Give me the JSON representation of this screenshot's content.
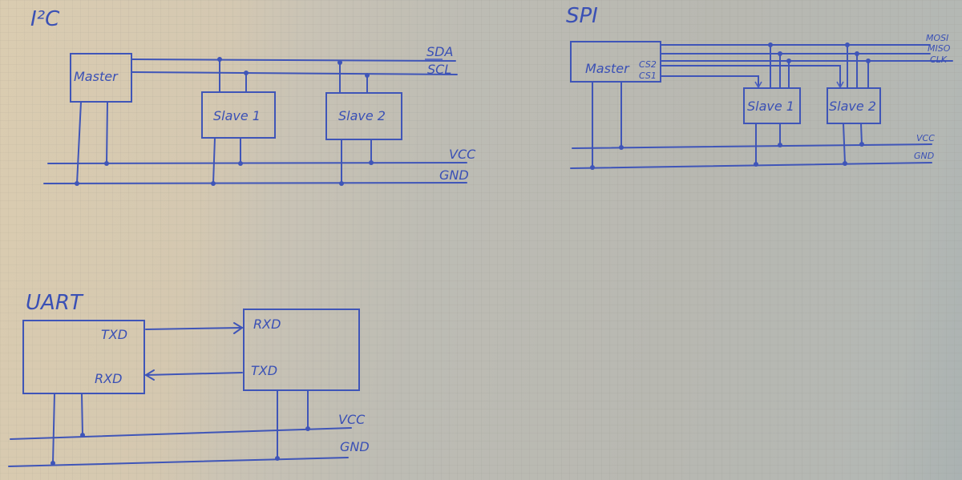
{
  "diagrams": {
    "i2c": {
      "title": "I²C",
      "master_label": "Master",
      "slaves": [
        "Slave 1",
        "Slave 2"
      ],
      "bus_lines": [
        "SDA",
        "SCL"
      ],
      "power_lines": [
        "VCC",
        "GND"
      ]
    },
    "spi": {
      "title": "SPI",
      "master_label": "Master",
      "chip_selects": [
        "CS2",
        "CS1"
      ],
      "slaves": [
        "Slave 1",
        "Slave 2"
      ],
      "bus_lines": [
        "MOSI",
        "MISO",
        "CLK"
      ],
      "power_lines": [
        "VCC",
        "GND"
      ]
    },
    "uart": {
      "title": "UART",
      "device_a": {
        "txd": "TXD",
        "rxd": "RXD"
      },
      "device_b": {
        "rxd": "RXD",
        "txd": "TXD"
      },
      "power_lines": [
        "VCC",
        "GND"
      ]
    }
  },
  "colors": {
    "ink": "#3f55b8",
    "paper_warm": "#d9cdb6",
    "paper_cool": "#b4b8b4"
  }
}
